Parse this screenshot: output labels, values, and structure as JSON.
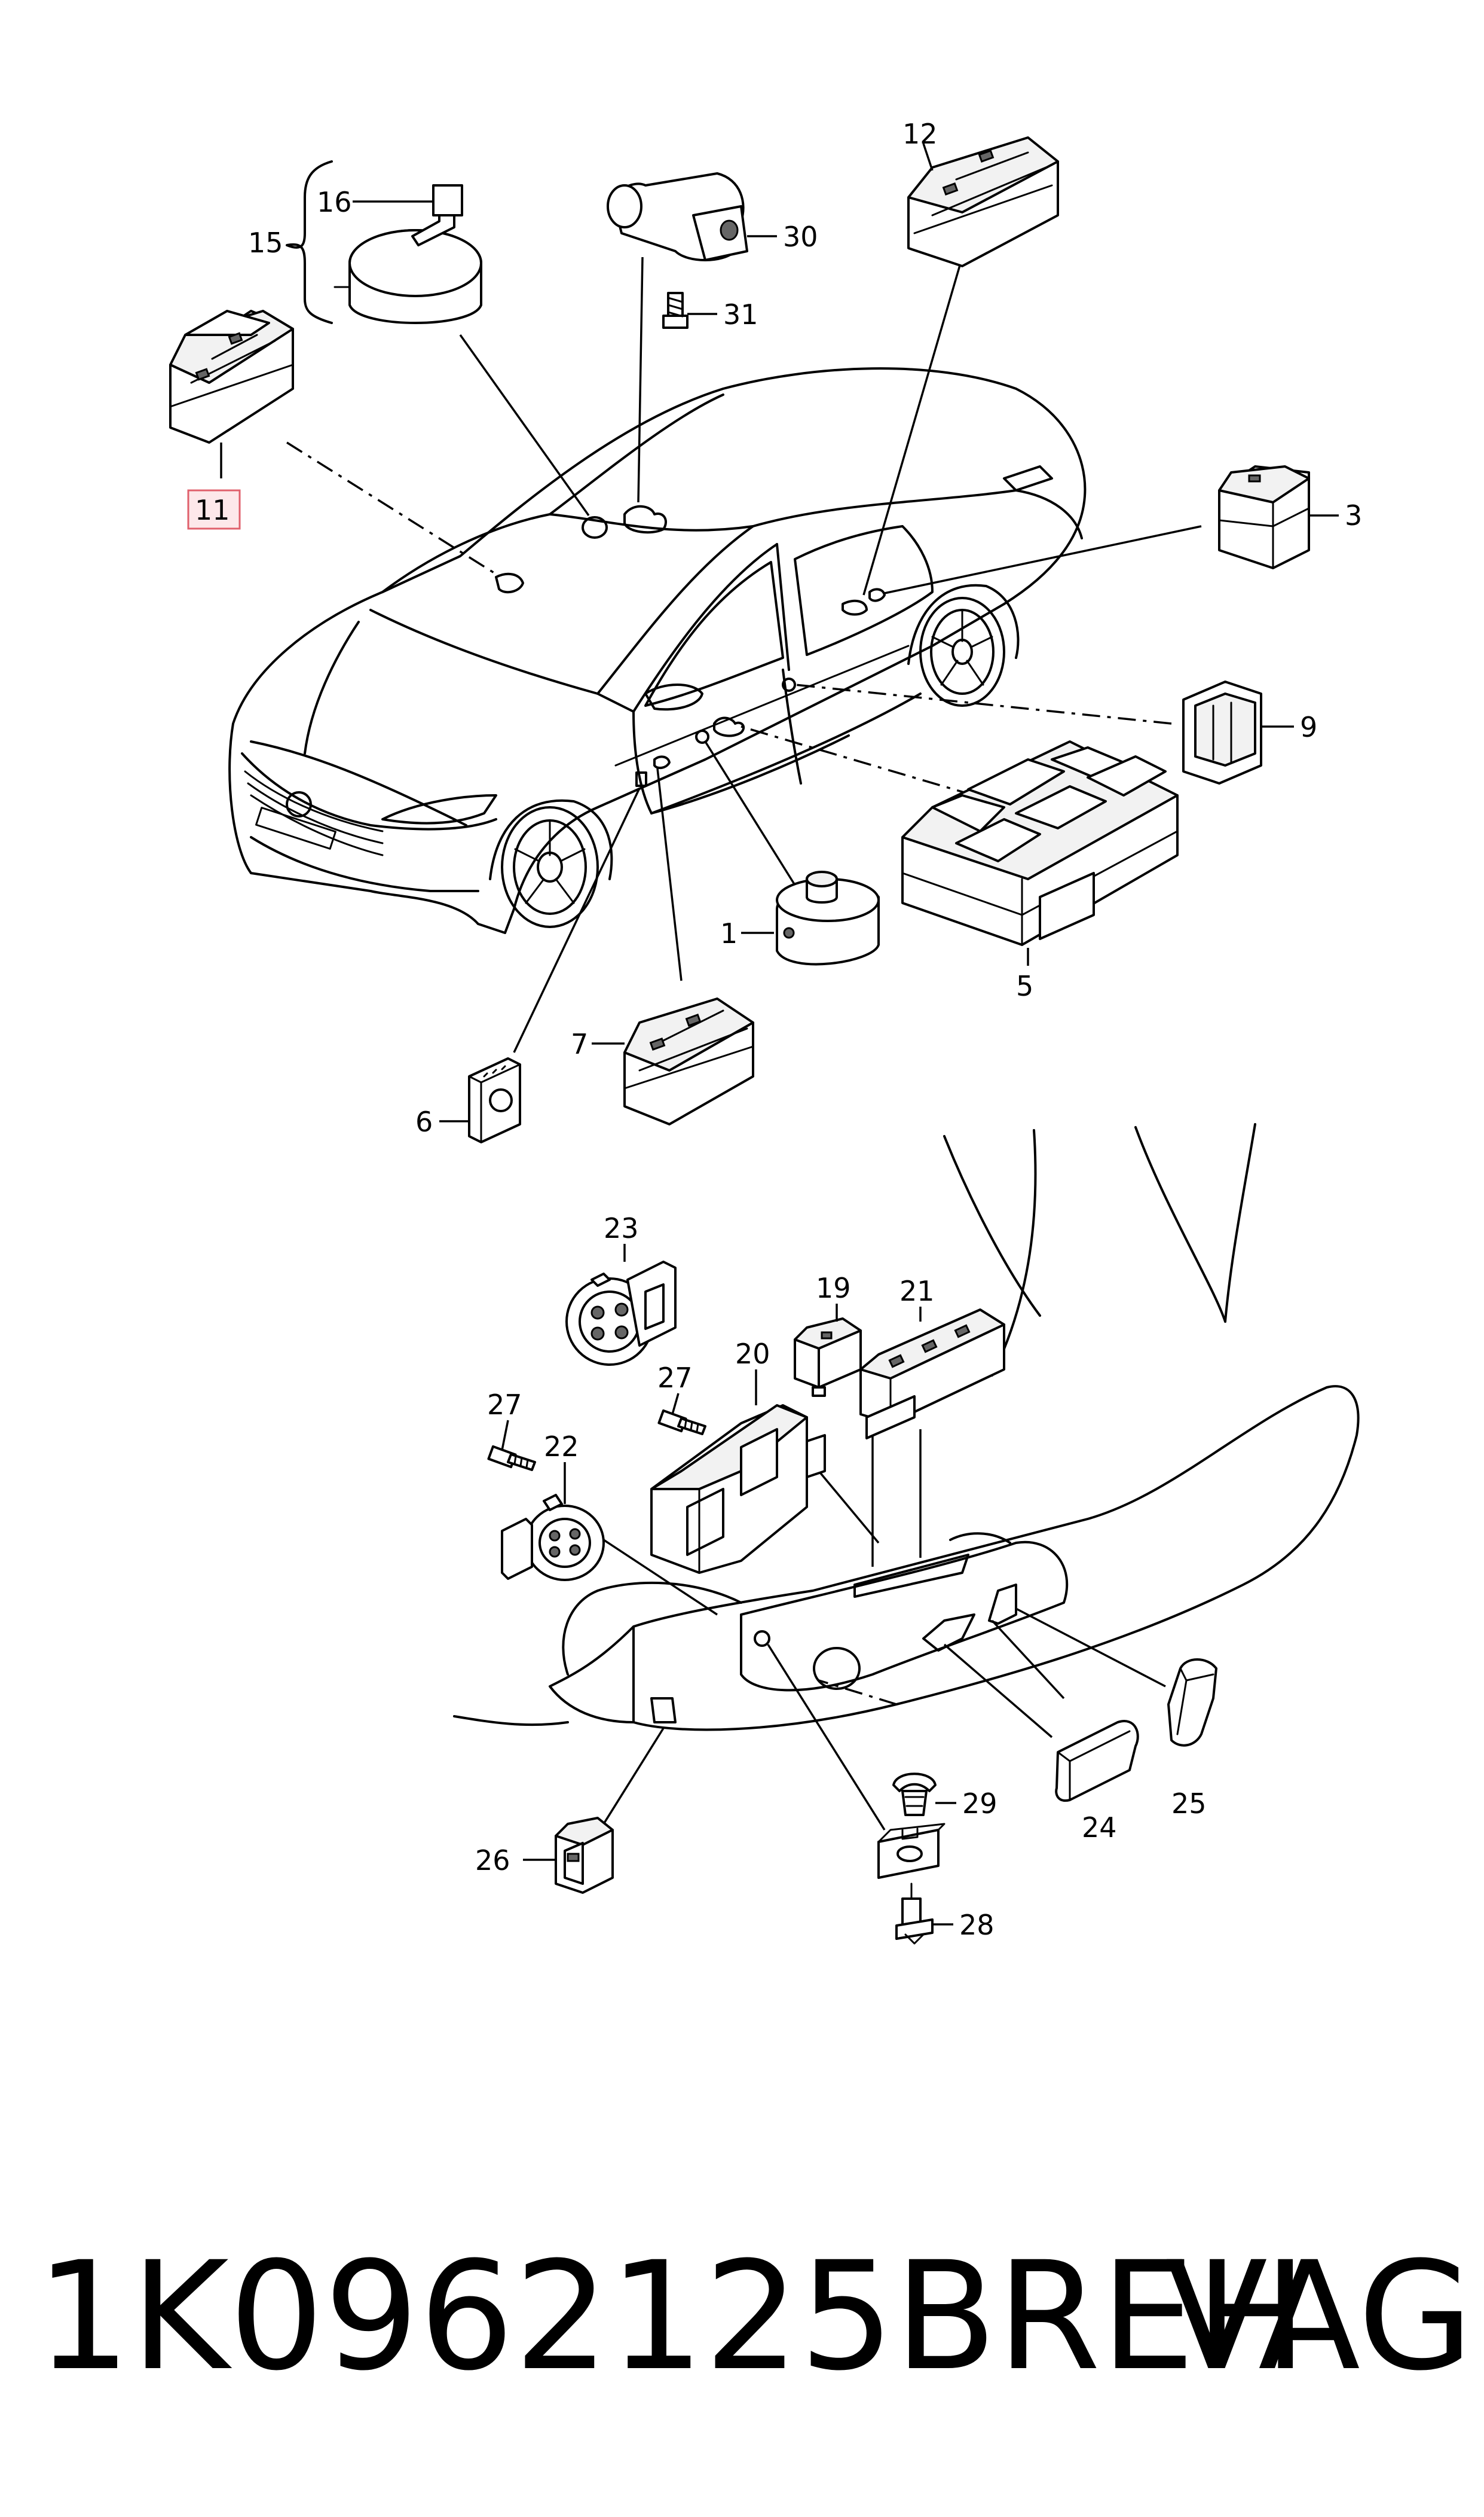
{
  "callouts": {
    "c1": "1",
    "c3": "3",
    "c5": "5",
    "c6": "6",
    "c7": "7",
    "c9": "9",
    "c11": "11",
    "c12": "12",
    "c15": "15",
    "c16": "16",
    "c19": "19",
    "c20": "20",
    "c21": "21",
    "c22": "22",
    "c23": "23",
    "c24": "24",
    "c25": "25",
    "c26": "26",
    "c27a": "27",
    "c27b": "27",
    "c28": "28",
    "c29": "29",
    "c30": "30",
    "c31": "31"
  },
  "highlighted_callout": "11",
  "highlight_color": "#e0606c",
  "footer": {
    "part_number": "1K0962125BREH",
    "brand": "VAG"
  }
}
